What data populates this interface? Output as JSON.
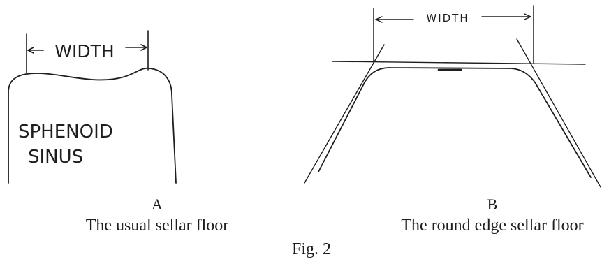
{
  "panel_a": {
    "width_label": "WIDTH",
    "region_line1": "SPHENOID",
    "region_line2": "SINUS",
    "panel_letter": "A",
    "caption": "The usual sellar floor"
  },
  "panel_b": {
    "width_label": "WIDTH",
    "panel_letter": "B",
    "caption": "The round edge sellar floor"
  },
  "figure_label": "Fig. 2",
  "colors": {
    "ink": "#1e1e1e",
    "background": "#ffffff"
  }
}
